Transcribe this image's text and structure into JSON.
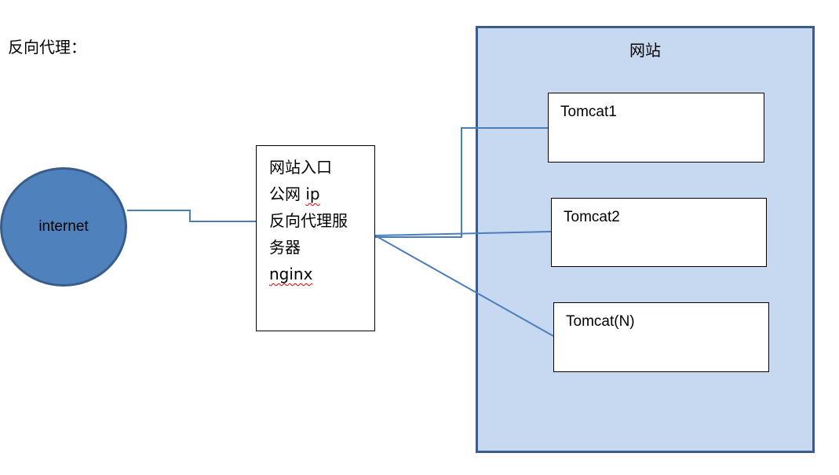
{
  "title": "反向代理：",
  "website": {
    "label": "网站",
    "servers": [
      "Tomcat1",
      "Tomcat2",
      "Tomcat(N)"
    ]
  },
  "proxy": {
    "lines": [
      "网站入口",
      "公网",
      "ip",
      "反向代理服",
      "务器",
      "nginx"
    ]
  },
  "internet": {
    "label": "internet"
  },
  "colors": {
    "website_fill": "#c6d9f1",
    "website_border": "#385d8a",
    "internet_fill": "#4f81bd",
    "connector": "#4a7ebb",
    "spellcheck": "#e00000"
  }
}
